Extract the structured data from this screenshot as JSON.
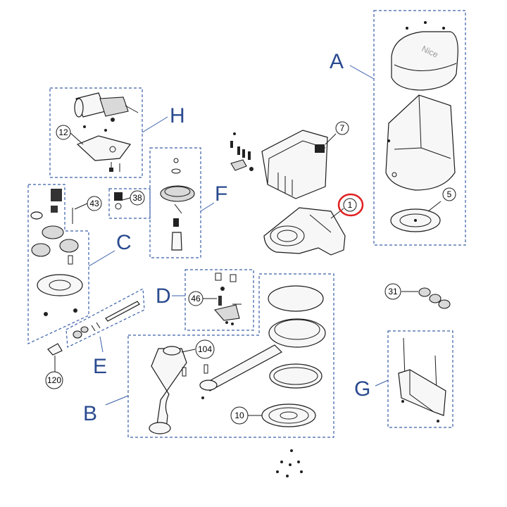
{
  "groups": {
    "A": "A",
    "B": "B",
    "C": "C",
    "D": "D",
    "E": "E",
    "F": "F",
    "G": "G",
    "H": "H"
  },
  "callouts": {
    "c1": "1",
    "c5": "5",
    "c7": "7",
    "c10": "10",
    "c12": "12",
    "c31": "31",
    "c38": "38",
    "c43": "43",
    "c46": "46",
    "c104": "104",
    "c120": "120"
  },
  "highlight_color": "#e02020",
  "group_label_color": "#2a4a8f",
  "box_color": "#3a5fa8"
}
